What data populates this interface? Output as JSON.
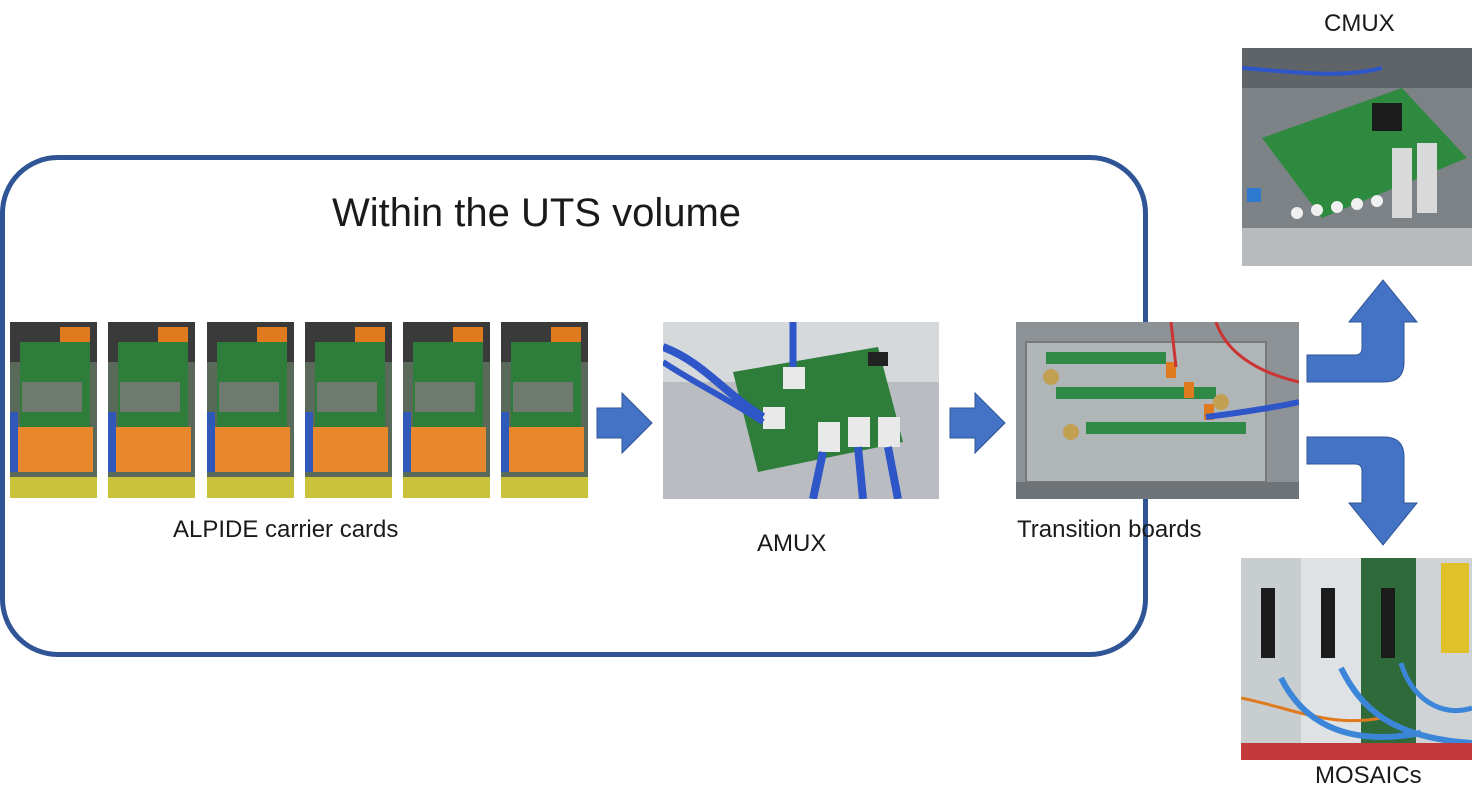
{
  "diagram": {
    "region_title": "Within the UTS volume",
    "nodes": {
      "alpide": {
        "label": "ALPIDE carrier cards",
        "count": 6
      },
      "amux": {
        "label": "AMUX"
      },
      "transition": {
        "label": "Transition boards"
      },
      "cmux": {
        "label": "CMUX"
      },
      "mosaics": {
        "label": "MOSAICs"
      }
    },
    "flow": [
      [
        "alpide",
        "amux"
      ],
      [
        "amux",
        "transition"
      ],
      [
        "transition",
        "cmux"
      ],
      [
        "transition",
        "mosaics"
      ]
    ],
    "colors": {
      "region_border": "#2f5597",
      "arrow_fill": "#4472c4",
      "pcb_green": "#2e7d3a",
      "orange_panel": "#e8872b",
      "cable_blue": "#2f56c9"
    }
  }
}
